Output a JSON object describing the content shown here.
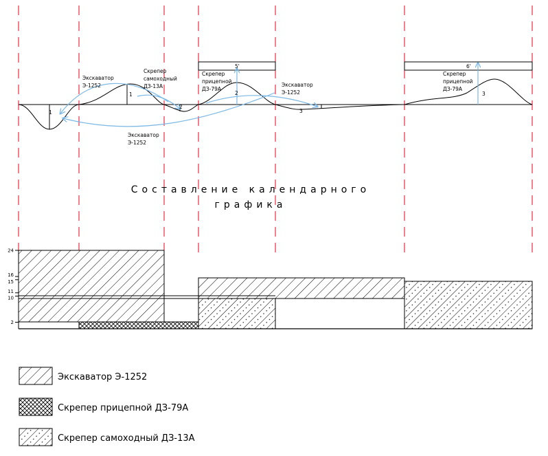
{
  "title": {
    "line1": "Составление календарного",
    "line2": "графика"
  },
  "profile": {
    "labels": {
      "excavator_left": [
        "Экскаватор",
        "Э-1252"
      ],
      "scraper_self": [
        "Скрепер",
        "самоходный",
        "ДЗ-13А"
      ],
      "excavator_bottom": [
        "Экскаватор",
        "Э-1252"
      ],
      "scraper_trailer_1": [
        "Скрепер",
        "прицепной",
        "ДЗ-79А"
      ],
      "excavator_mid": [
        "Экскаватор",
        "Э-1252"
      ],
      "scraper_trailer_2": [
        "Скрепер",
        "прицепной",
        "ДЗ-79А"
      ]
    },
    "numbers": {
      "n1a": "1",
      "n1b": "1",
      "n2a": "2",
      "n2b": "2",
      "n3a": "3",
      "n3b": "3",
      "n5": "5'",
      "n6": "6'"
    }
  },
  "schedule": {
    "ticks": [
      "24",
      "16",
      "15",
      "11",
      "10",
      "2"
    ],
    "tick_values": [
      24,
      16,
      15,
      11,
      10,
      2
    ]
  },
  "legend": [
    {
      "label": "Экскаватор Э-1252",
      "pattern": "hatch"
    },
    {
      "label": "Скрепер прицепной ДЗ-79А",
      "pattern": "cross"
    },
    {
      "label": "Скрепер самоходный ДЗ-13А",
      "pattern": "hatch-dots"
    }
  ],
  "colors": {
    "guide": "#e8001c",
    "arrow": "#7ab8e6",
    "ink": "#000000"
  }
}
